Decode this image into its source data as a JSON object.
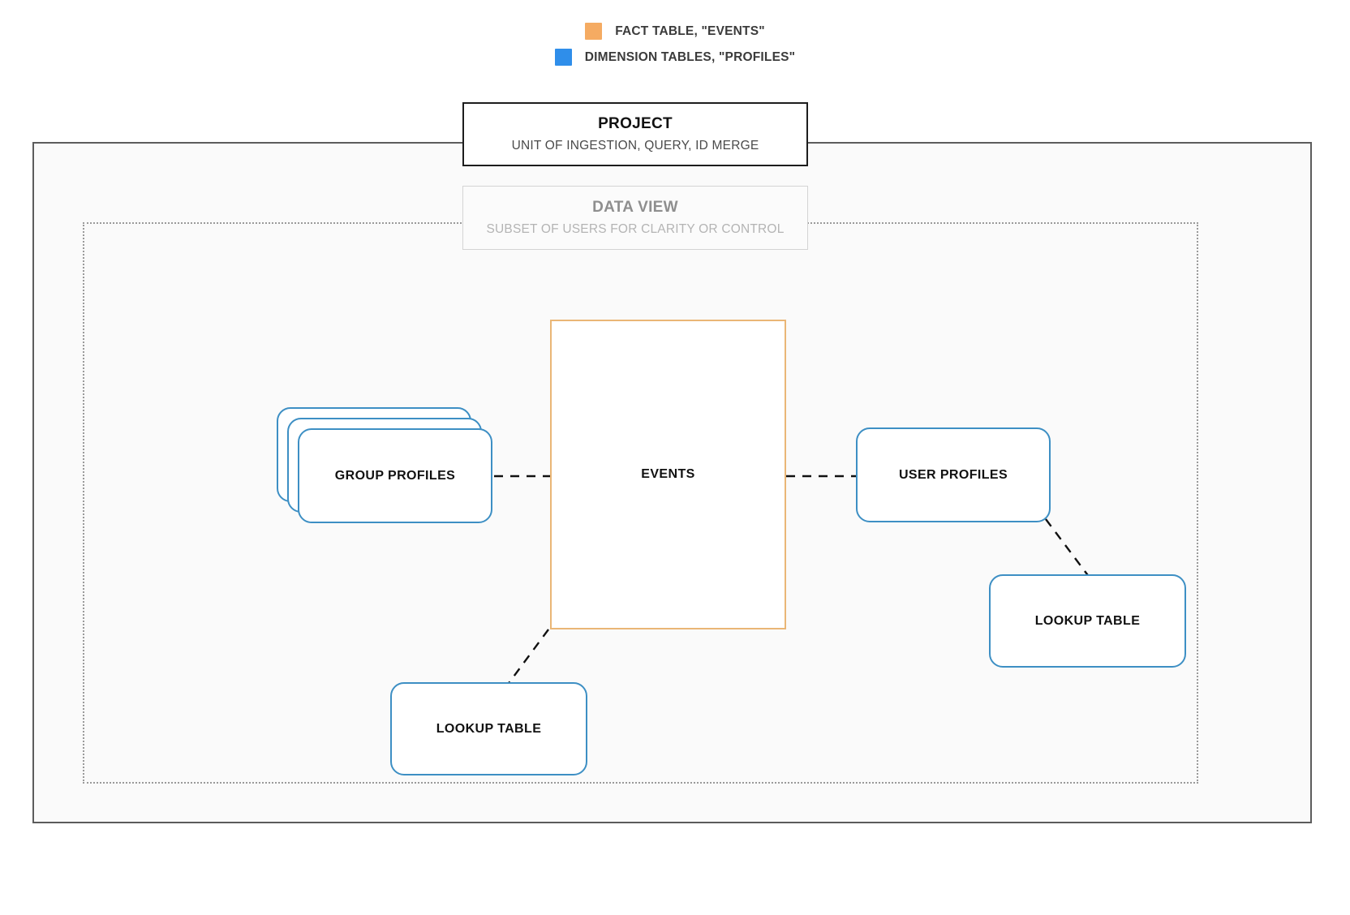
{
  "legend": {
    "items": [
      {
        "swatch_color": "#f5ab62",
        "label": "FACT TABLE, \"EVENTS\"",
        "icon": "orange-square-swatch"
      },
      {
        "swatch_color": "#2f8eea",
        "label": "DIMENSION TABLES, \"PROFILES\"",
        "icon": "blue-square-swatch"
      }
    ]
  },
  "project": {
    "title": "PROJECT",
    "subtitle": "UNIT OF INGESTION, QUERY, ID MERGE",
    "border_color": "#1d1d1d"
  },
  "data_view": {
    "title": "DATA VIEW",
    "subtitle": "SUBSET OF USERS FOR CLARITY OR CONTROL",
    "border_color": "#d4d4d4",
    "text_color": "#a9a9a9"
  },
  "frames": {
    "project_frame_border": "#5c5c5c",
    "project_frame_fill": "#fafafa",
    "data_view_frame_border": "#9a9a9a"
  },
  "nodes": {
    "fact": {
      "label": "EVENTS",
      "kind": "fact-table",
      "border_color": "#eab676"
    },
    "group_profiles": {
      "label": "GROUP PROFILES",
      "kind": "dimension-table-stack",
      "stack_count": 3,
      "border_color": "#3d8fc4"
    },
    "user_profiles": {
      "label": "USER PROFILES",
      "kind": "dimension-table",
      "border_color": "#3d8fc4"
    },
    "lookup_left": {
      "label": "LOOKUP TABLE",
      "kind": "dimension-table",
      "border_color": "#3d8fc4"
    },
    "lookup_right": {
      "label": "LOOKUP TABLE",
      "kind": "dimension-table",
      "border_color": "#3d8fc4"
    }
  },
  "connectors": {
    "style": "dashed",
    "color": "#111111",
    "edges": [
      {
        "from": "group_profiles",
        "to": "fact"
      },
      {
        "from": "fact",
        "to": "user_profiles"
      },
      {
        "from": "user_profiles",
        "to": "lookup_right"
      },
      {
        "from": "fact",
        "to": "lookup_left"
      }
    ]
  }
}
